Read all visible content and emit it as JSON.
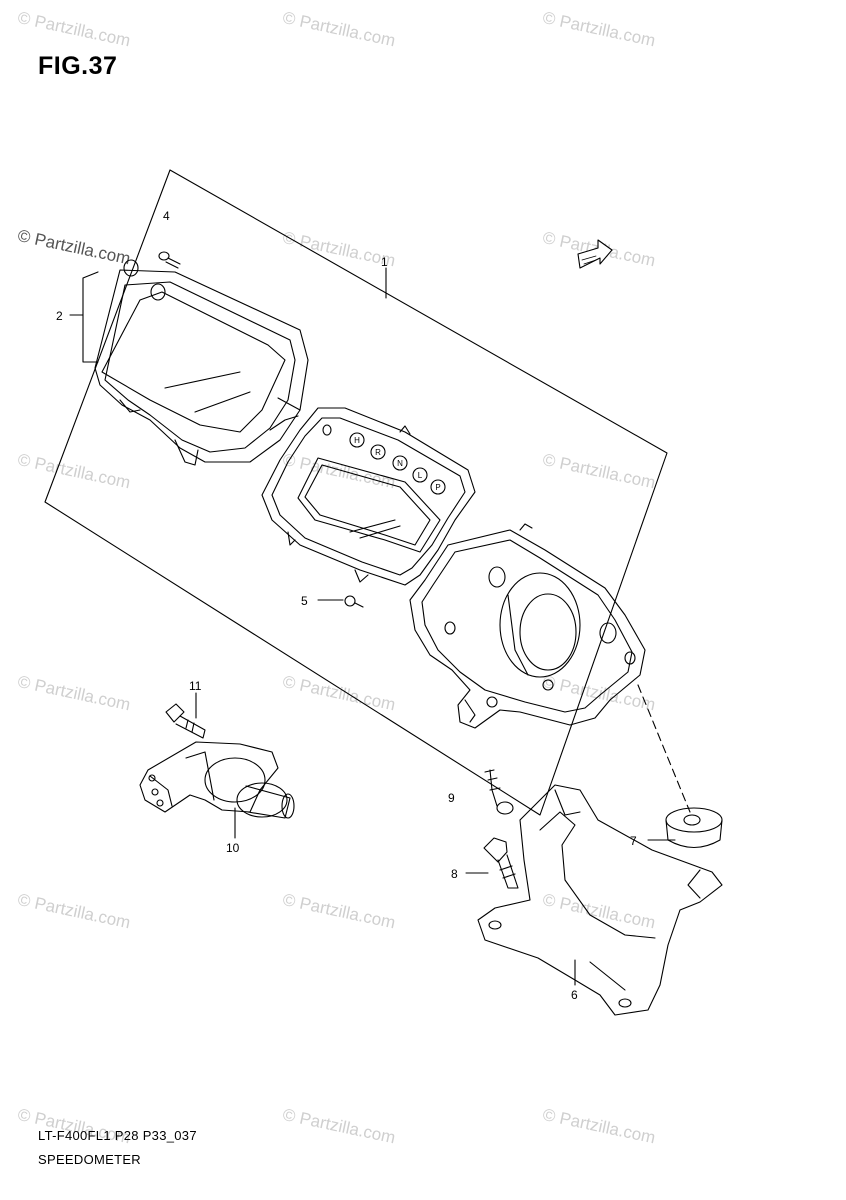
{
  "figure": {
    "title": "FIG.37"
  },
  "footer": {
    "code": "LT-F400FL1 P28 P33_037",
    "name": "SPEEDOMETER"
  },
  "watermark": {
    "text": "© Partzilla.com",
    "primary_text": "© Partzilla.com"
  },
  "callouts": {
    "c1": "1",
    "c2": "2",
    "c4": "4",
    "c5": "5",
    "c6": "6",
    "c7": "7",
    "c8": "8",
    "c9": "9",
    "c10": "10",
    "c11": "11"
  },
  "gear_letters": [
    "H",
    "R",
    "N",
    "L",
    "P"
  ],
  "fwd_icon": "fwd-arrow-icon"
}
